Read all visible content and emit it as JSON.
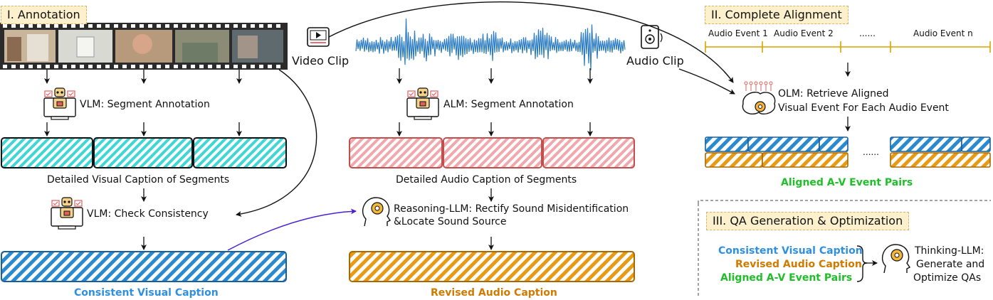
{
  "section1": {
    "title": "I. Annotation"
  },
  "section2": {
    "title": "II. Complete Alignment"
  },
  "section3": {
    "title": "III. QA Generation & Optimization"
  },
  "video": {
    "clip_label": "Video Clip"
  },
  "audio": {
    "clip_label": "Audio Clip"
  },
  "vlm": {
    "segment_annotation": "VLM: Segment Annotation",
    "check_consistency": "VLM: Check Consistency"
  },
  "alm": {
    "segment_annotation": "ALM: Segment Annotation"
  },
  "captions": {
    "visual_segments": "Detailed Visual Caption of Segments",
    "audio_segments": "Detailed Audio Caption of Segments",
    "consistent_visual": "Consistent Visual Caption",
    "revised_audio": "Revised Audio Caption",
    "aligned_pairs": "Aligned A-V Event Pairs"
  },
  "reasoning": {
    "line1": "Reasoning-LLM: Rectify Sound Misidentification",
    "line2": "&Locate Sound Source"
  },
  "timeline": {
    "events": [
      "Audio Event 1",
      "Audio Event 2",
      "......",
      "Audio Event n"
    ]
  },
  "olm": {
    "line1": "OLM: Retrieve Aligned",
    "line2": "Visual Event For Each Audio Event"
  },
  "pairs_gap": "......",
  "qa": {
    "inputs": [
      "Consistent Visual Caption",
      "Revised Audio Caption",
      "Aligned A-V Event Pairs"
    ],
    "thinking": [
      "Thinking-LLM:",
      "Generate and",
      "Optimize QAs"
    ]
  },
  "colors": {
    "cyan": "#3fd6d6",
    "pink": "#f0a8ac",
    "blue": "#2a8ad0",
    "orange": "#e89a14",
    "green": "#1fbf2a",
    "title_bg": "#fdf0cc"
  }
}
